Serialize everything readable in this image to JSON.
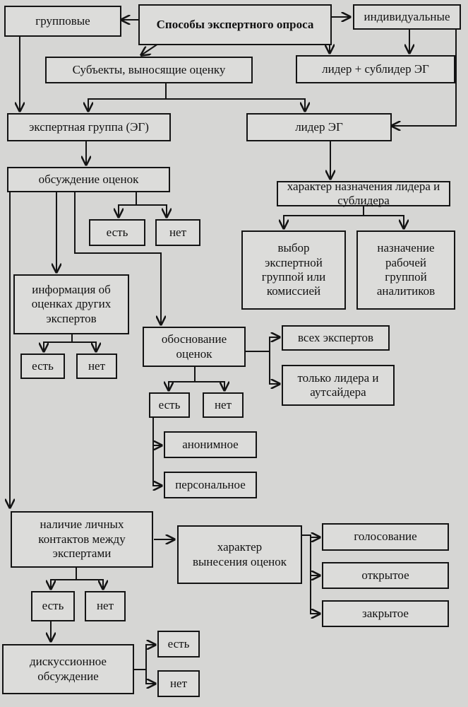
{
  "diagram": {
    "title": "Способы экспертного опроса",
    "nodes": {
      "group": "групповые",
      "individual": "индивидуальные",
      "subjects": "Субъекты, выносящие оценку",
      "leader_subleader": "лидер + сублидер ЭГ",
      "expert_group": "экспертная группа (ЭГ)",
      "leader": "лидер ЭГ",
      "discussion": "обсуждение оценок",
      "appointment_type": "характер назначения лидера и сублидера",
      "disc_yes": "есть",
      "disc_no": "нет",
      "choice_by_group": "выбор экспертной группой или комиссией",
      "appointed_by_analysts": "назначение рабочей группой аналитиков",
      "info_others": "информация об оценках других экспертов",
      "info_yes": "есть",
      "info_no": "нет",
      "justification": "обоснование оценок",
      "all_experts": "всех экспертов",
      "leader_outsider": "только лидера и аутсайдера",
      "just_yes": "есть",
      "just_no": "нет",
      "anonymous": "анонимное",
      "personal": "персональное",
      "contacts": "наличие личных контактов между экспертами",
      "rating_type": "характер вынесения оценок",
      "voting": "голосование",
      "open": "открытое",
      "closed": "закрытое",
      "contacts_yes": "есть",
      "contacts_no": "нет",
      "discussion_talk": "дискуссионное обсуждение",
      "talk_yes": "есть",
      "talk_no": "нет"
    }
  }
}
